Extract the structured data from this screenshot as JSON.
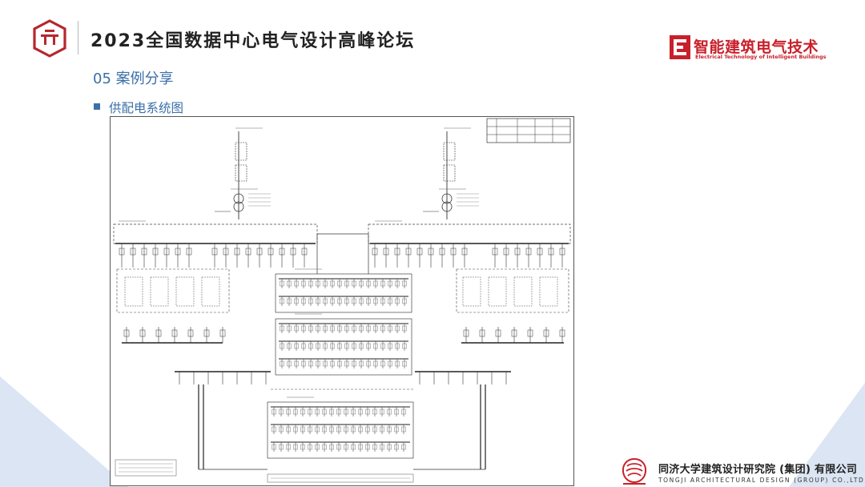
{
  "header": {
    "conference_title": "2023全国数据中心电气设计高峰论坛",
    "brand": {
      "name_cn": "智能建筑电气技术",
      "name_en": "Electrical Technology of Intelligent Buildings"
    }
  },
  "section": {
    "title": "05  案例分享",
    "bullet": "供配电系统图"
  },
  "footer": {
    "org_cn": "同济大学建筑设计研究院 (集团) 有限公司",
    "org_en": "TONGJI ARCHITECTURAL DESIGN (GROUP) CO.,LTD."
  },
  "colors": {
    "brand_red": "#c8202a",
    "accent_blue": "#3a6fa8",
    "corner_blue": "#dbe5f3"
  },
  "icons": {
    "left_logo": "conference-logo-icon",
    "right_logo": "brand-logo-icon",
    "footer_logo": "tjad-logo-icon",
    "bullet": "square-bullet-icon"
  }
}
